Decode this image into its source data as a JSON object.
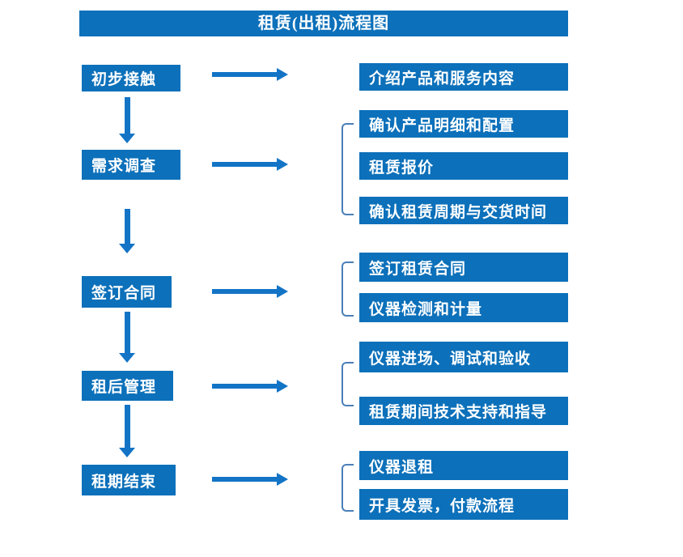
{
  "title": "租赁(出租)流程图",
  "colors": {
    "box": "#0c70ba",
    "arrow": "#1374c6",
    "bracket": "#4a7fb8",
    "txt": "#ffffff"
  },
  "steps": [
    {
      "label": "初步接触",
      "outputs": [
        "介绍产品和服务内容"
      ]
    },
    {
      "label": "需求调查",
      "outputs": [
        "确认产品明细和配置",
        "租赁报价",
        "确认租赁周期与交货时间"
      ]
    },
    {
      "label": "签订合同",
      "outputs": [
        "签订租赁合同",
        "仪器检测和计量"
      ]
    },
    {
      "label": "租后管理",
      "outputs": [
        "仪器进场、调试和验收",
        "租赁期间技术支持和指导"
      ]
    },
    {
      "label": "租期结束",
      "outputs": [
        "仪器退租",
        "开具发票，付款流程"
      ]
    }
  ]
}
